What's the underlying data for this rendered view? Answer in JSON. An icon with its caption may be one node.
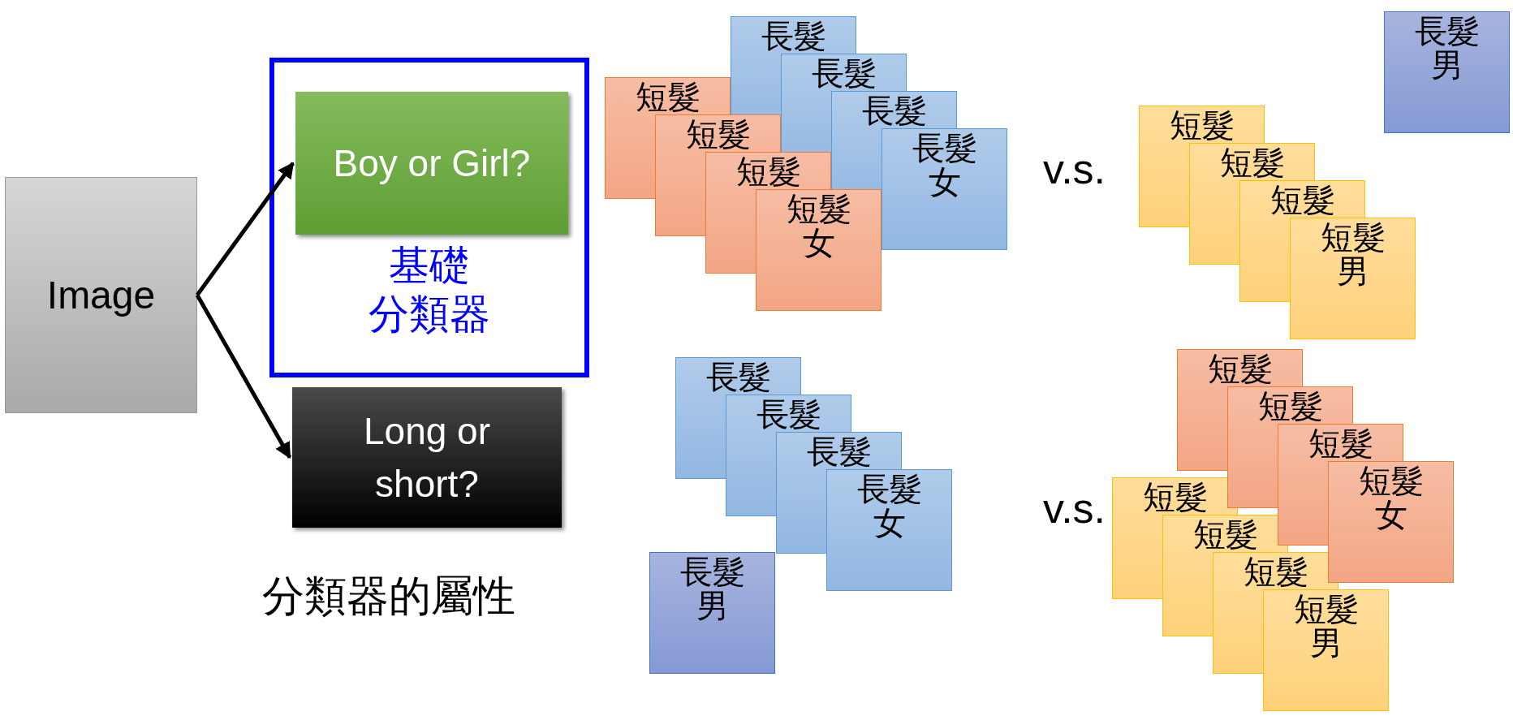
{
  "diagram": {
    "nodes": [
      {
        "text": [
          "Image"
        ]
      },
      {
        "text": [
          "基礎",
          "分類器"
        ]
      },
      {
        "text": [
          "Boy or Girl?"
        ],
        "in": 1
      },
      {
        "text": [
          "Long or short?"
        ]
      },
      {
        "text": [
          "長髮"
        ]
      },
      {
        "text": [
          "長髮"
        ]
      },
      {
        "text": [
          "長髮"
        ]
      },
      {
        "text": [
          "長髮女"
        ]
      },
      {
        "text": [
          "短髮"
        ]
      },
      {
        "text": [
          "短髮"
        ]
      },
      {
        "text": [
          "短髮"
        ]
      },
      {
        "text": [
          "短髮女"
        ]
      },
      {
        "text": [
          "長髮男"
        ]
      },
      {
        "text": [
          "短髮"
        ]
      },
      {
        "text": [
          "短髮"
        ]
      },
      {
        "text": [
          "短髮"
        ]
      },
      {
        "text": [
          "短髮男"
        ]
      },
      {
        "text": [
          "長髮"
        ]
      },
      {
        "text": [
          "長髮"
        ]
      },
      {
        "text": [
          "長髮"
        ]
      },
      {
        "text": [
          "長髮女"
        ]
      },
      {
        "text": [
          "長髮男"
        ]
      },
      {
        "text": [
          "短髮"
        ]
      },
      {
        "text": [
          "短髮"
        ]
      },
      {
        "text": [
          "短髮"
        ]
      },
      {
        "text": [
          "短髮女"
        ]
      },
      {
        "text": [
          "短髮"
        ]
      },
      {
        "text": [
          "短髮"
        ]
      },
      {
        "text": [
          "短髮"
        ]
      },
      {
        "text": [
          "短髮男"
        ]
      }
    ],
    "edges": [
      {
        "from": 0,
        "to": 2,
        "arrow": "to"
      },
      {
        "from": 0,
        "to": 3,
        "arrow": "to"
      }
    ],
    "labels": [
      "分類器的屬性",
      "v.s.",
      "v.s."
    ]
  }
}
